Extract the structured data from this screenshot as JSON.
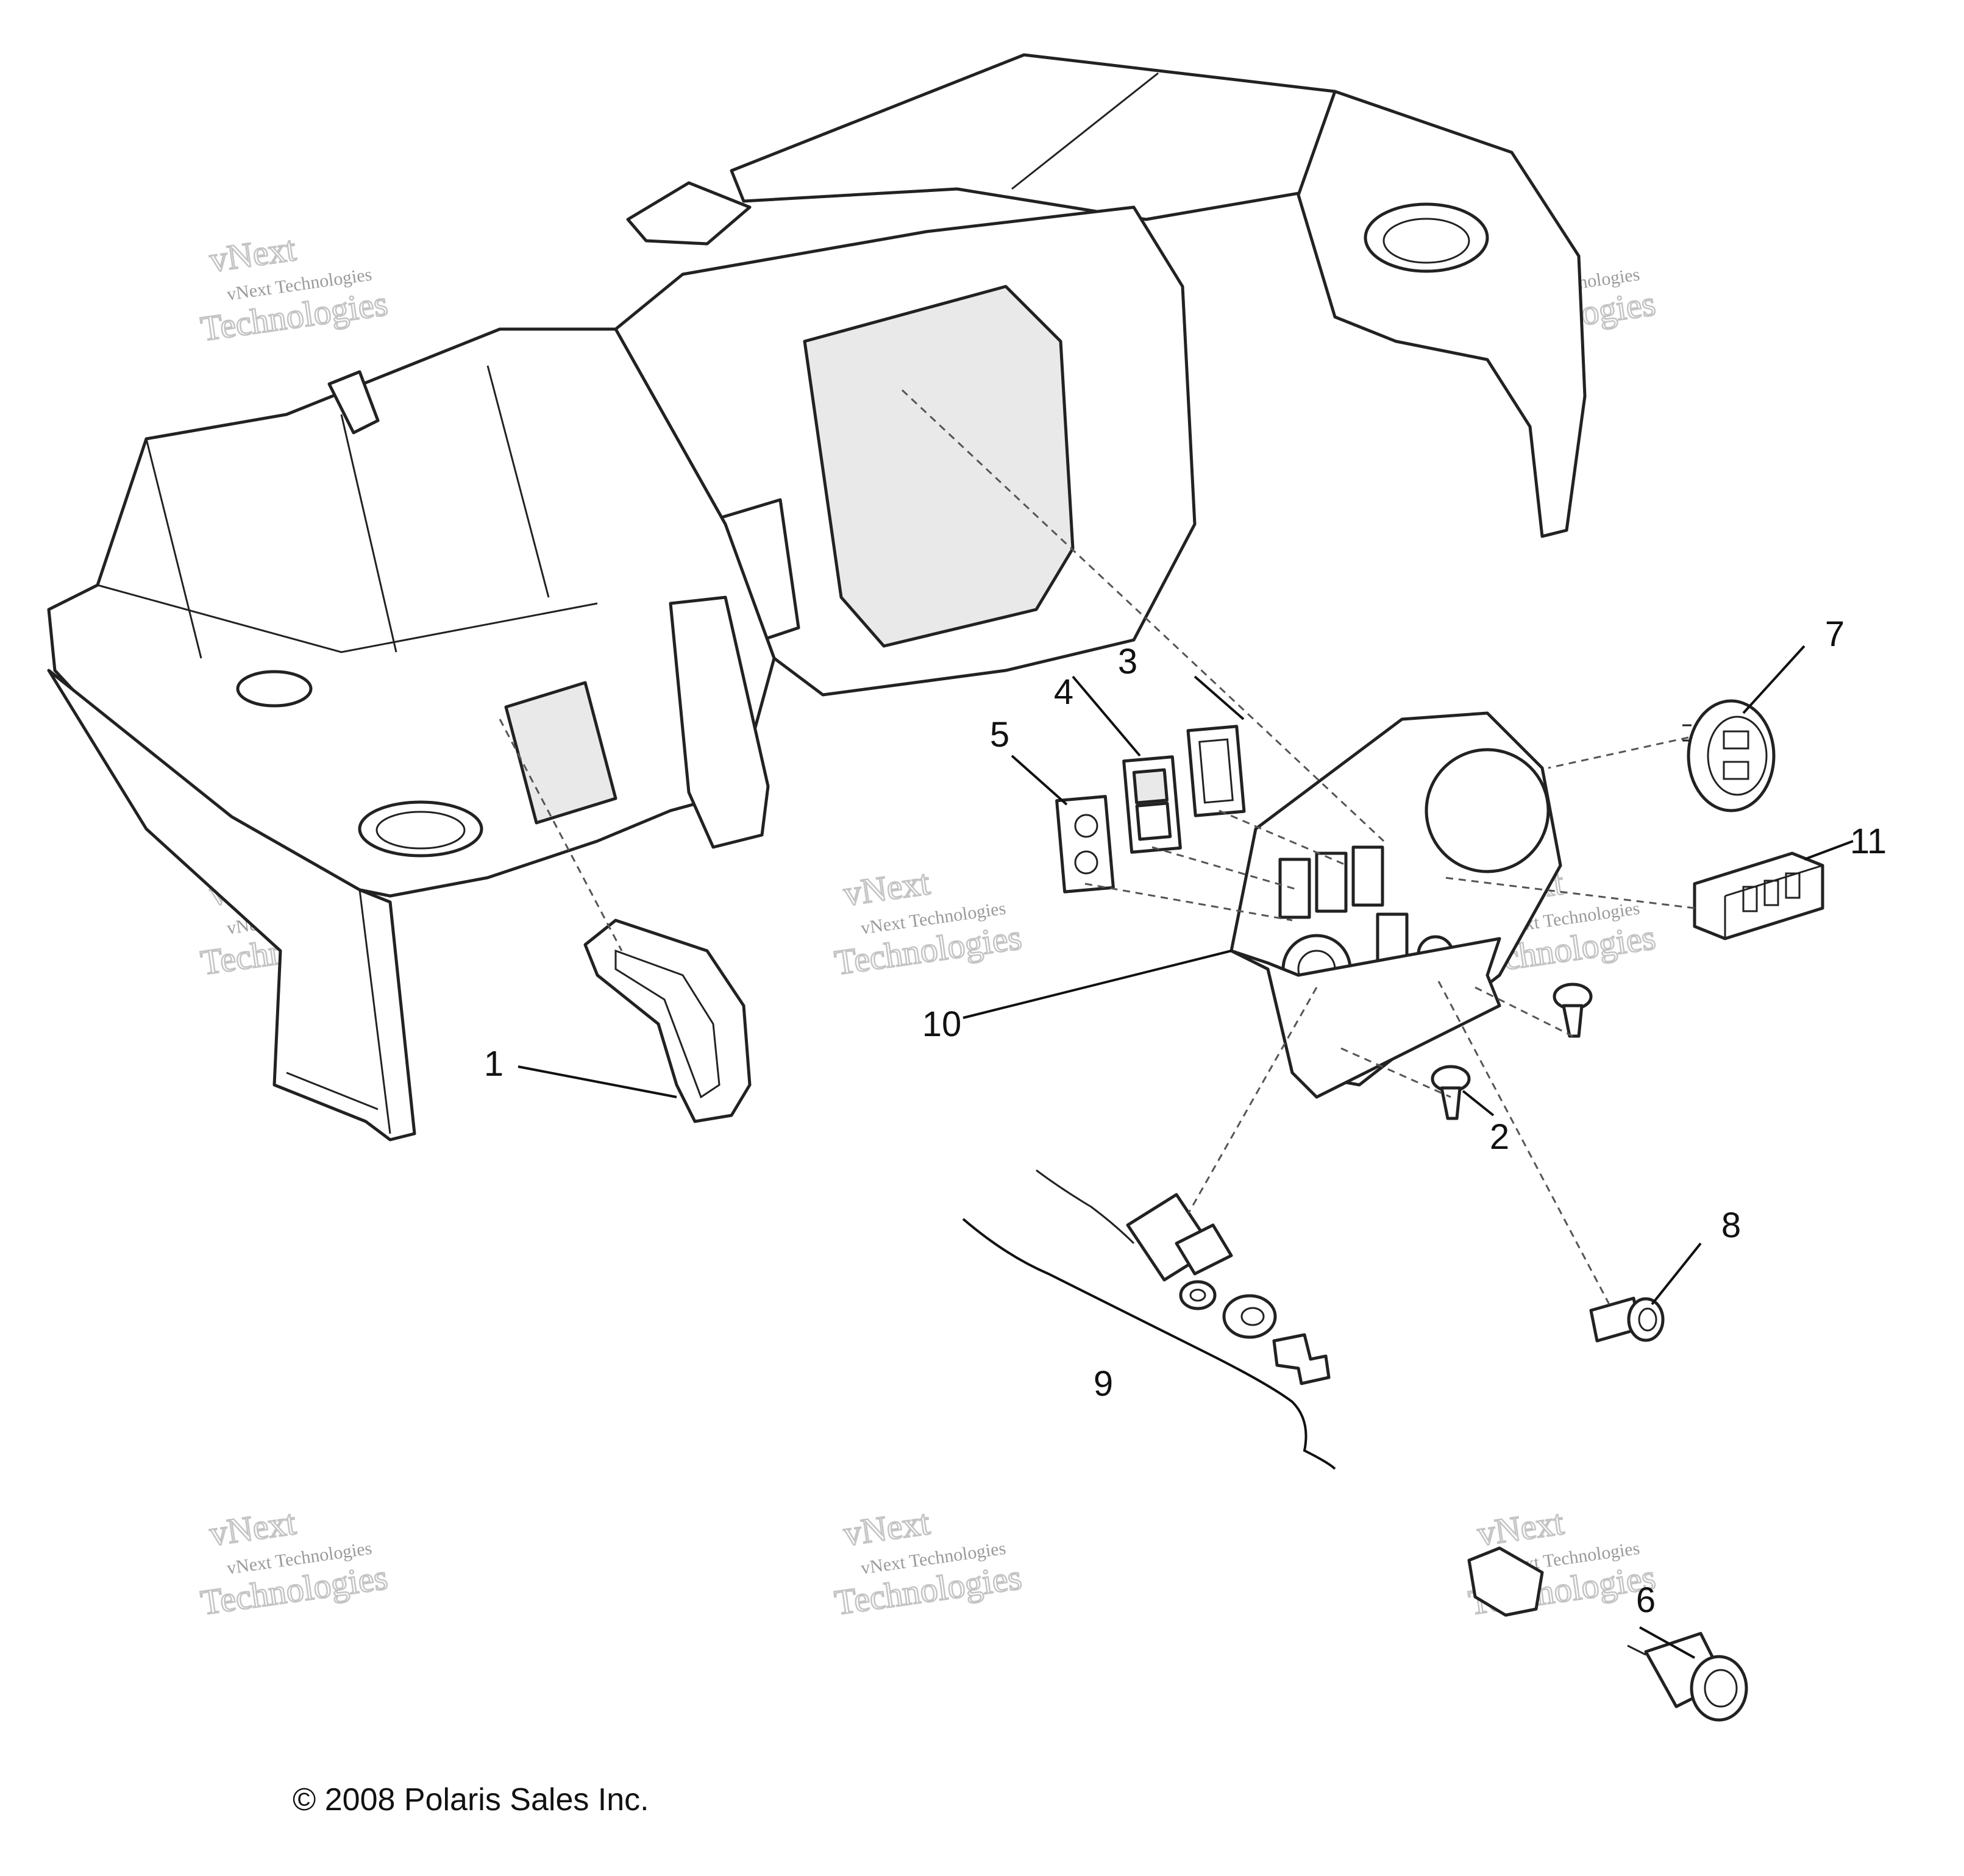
{
  "callouts": [
    {
      "label": "1"
    },
    {
      "label": "2"
    },
    {
      "label": "3"
    },
    {
      "label": "4"
    },
    {
      "label": "5"
    },
    {
      "label": "6"
    },
    {
      "label": "7"
    },
    {
      "label": "8"
    },
    {
      "label": "9"
    },
    {
      "label": "10"
    },
    {
      "label": "11"
    }
  ],
  "watermark": {
    "line1": "vNext Technologies",
    "line2": "Technologies",
    "line3": "vNext"
  },
  "copyright": "© 2008 Polaris Sales Inc."
}
